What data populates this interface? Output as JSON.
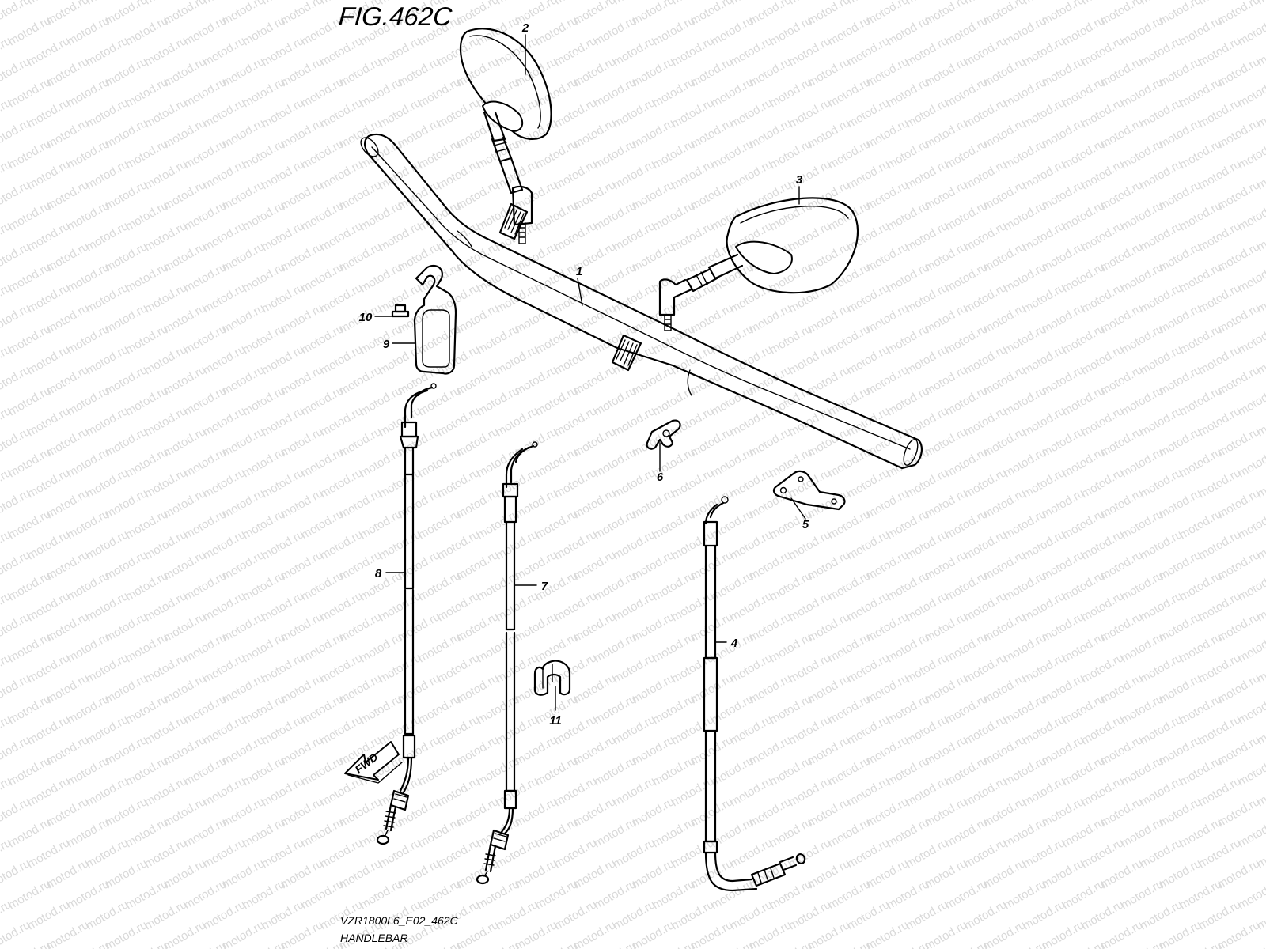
{
  "figure": {
    "title": "FIG.462C",
    "code": "VZR1800L6_E02_462C",
    "name": "HANDLEBAR"
  },
  "watermark": {
    "text": "motod.ru",
    "color": "#d9d9d9"
  },
  "direction_arrow": {
    "label": "FWD"
  },
  "callouts": [
    {
      "id": "1",
      "text": "1",
      "part": "handlebar"
    },
    {
      "id": "2",
      "text": "2",
      "part": "mirror-left"
    },
    {
      "id": "3",
      "text": "3",
      "part": "mirror-right"
    },
    {
      "id": "4",
      "text": "4",
      "part": "cable-4"
    },
    {
      "id": "5",
      "text": "5",
      "part": "bracket-5"
    },
    {
      "id": "6",
      "text": "6",
      "part": "clamp-6"
    },
    {
      "id": "7",
      "text": "7",
      "part": "cable-7"
    },
    {
      "id": "8",
      "text": "8",
      "part": "cable-8"
    },
    {
      "id": "9",
      "text": "9",
      "part": "plate-9"
    },
    {
      "id": "10",
      "text": "10",
      "part": "screw-10"
    },
    {
      "id": "11",
      "text": "11",
      "part": "clip-11"
    }
  ]
}
